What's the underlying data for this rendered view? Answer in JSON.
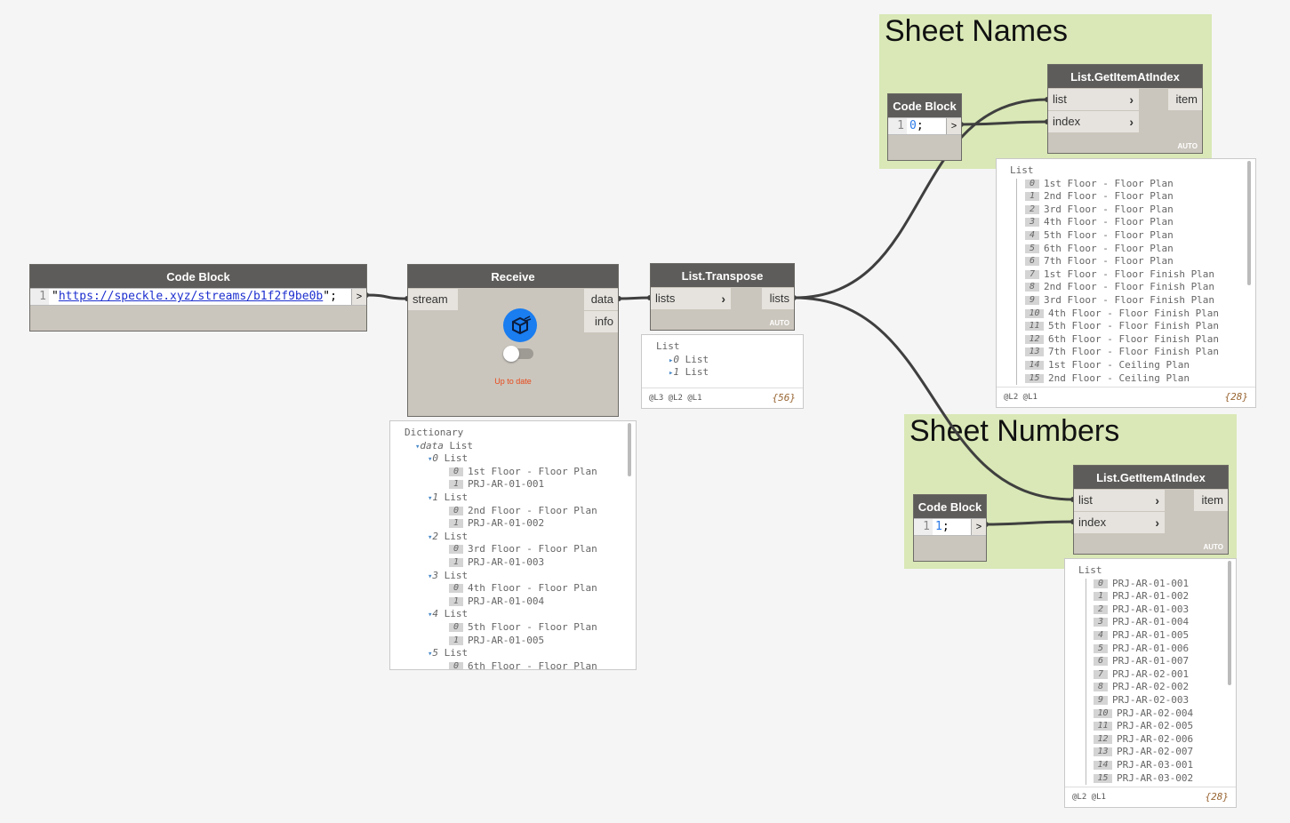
{
  "groups": {
    "sheet_names_title": "Sheet Names",
    "sheet_numbers_title": "Sheet Numbers"
  },
  "nodes": {
    "url_block": {
      "title": "Code Block",
      "line": "1",
      "code": "\"https://speckle.xyz/streams/b1f2f9be0b\";",
      "code_prefix": "\"",
      "code_url": "https://speckle.xyz/streams/b1f2f9be0b",
      "code_suffix": "\";",
      "out": ">"
    },
    "receive": {
      "title": "Receive",
      "in_stream": "stream",
      "out_data": "data",
      "out_info": "info",
      "status": "Up to date",
      "status_color": "#e8491b",
      "icon_color": "#1a7df0"
    },
    "transpose": {
      "title": "List.Transpose",
      "in_lists": "lists",
      "out_lists": "lists",
      "auto": "AUTO"
    },
    "names_index": {
      "title": "Code Block",
      "line": "1",
      "code": "0;",
      "num": "0",
      "semi": ";",
      "out": ">"
    },
    "names_get": {
      "title": "List.GetItemAtIndex",
      "in_list": "list",
      "in_index": "index",
      "out_item": "item",
      "auto": "AUTO"
    },
    "numbers_index": {
      "title": "Code Block",
      "line": "1",
      "code": "1;",
      "num": "1",
      "semi": ";",
      "out": ">"
    },
    "numbers_get": {
      "title": "List.GetItemAtIndex",
      "in_list": "list",
      "in_index": "index",
      "out_item": "item",
      "auto": "AUTO"
    }
  },
  "previews": {
    "receive": {
      "root": "Dictionary",
      "key": "data",
      "key_type": "List",
      "entries": [
        {
          "index": "0",
          "label": "List",
          "items": [
            "1st Floor - Floor Plan",
            "PRJ-AR-01-001"
          ]
        },
        {
          "index": "1",
          "label": "List",
          "items": [
            "2nd Floor - Floor Plan",
            "PRJ-AR-01-002"
          ]
        },
        {
          "index": "2",
          "label": "List",
          "items": [
            "3rd Floor - Floor Plan",
            "PRJ-AR-01-003"
          ]
        },
        {
          "index": "3",
          "label": "List",
          "items": [
            "4th Floor - Floor Plan",
            "PRJ-AR-01-004"
          ]
        },
        {
          "index": "4",
          "label": "List",
          "items": [
            "5th Floor - Floor Plan",
            "PRJ-AR-01-005"
          ]
        },
        {
          "index": "5",
          "label": "List",
          "items": [
            "6th Floor - Floor Plan"
          ]
        }
      ]
    },
    "transpose": {
      "root": "List",
      "rows": [
        {
          "index": "0",
          "label": "List"
        },
        {
          "index": "1",
          "label": "List"
        }
      ],
      "levels": "@L3 @L2 @L1",
      "count": "{56}"
    },
    "names": {
      "root": "List",
      "items": [
        "1st Floor - Floor Plan",
        "2nd Floor - Floor Plan",
        "3rd Floor - Floor Plan",
        "4th Floor - Floor Plan",
        "5th Floor - Floor Plan",
        "6th Floor - Floor Plan",
        "7th Floor - Floor Plan",
        "1st Floor - Floor Finish Plan",
        "2nd Floor - Floor Finish Plan",
        "3rd Floor - Floor Finish Plan",
        "4th Floor - Floor Finish Plan",
        "5th Floor - Floor Finish Plan",
        "6th Floor - Floor Finish Plan",
        "7th Floor - Floor Finish Plan",
        "1st Floor - Ceiling Plan",
        "2nd Floor - Ceiling Plan"
      ],
      "levels": "@L2 @L1",
      "count": "{28}"
    },
    "numbers": {
      "root": "List",
      "items": [
        "PRJ-AR-01-001",
        "PRJ-AR-01-002",
        "PRJ-AR-01-003",
        "PRJ-AR-01-004",
        "PRJ-AR-01-005",
        "PRJ-AR-01-006",
        "PRJ-AR-01-007",
        "PRJ-AR-02-001",
        "PRJ-AR-02-002",
        "PRJ-AR-02-003",
        "PRJ-AR-02-004",
        "PRJ-AR-02-005",
        "PRJ-AR-02-006",
        "PRJ-AR-02-007",
        "PRJ-AR-03-001",
        "PRJ-AR-03-002"
      ],
      "levels": "@L2 @L1",
      "count": "{28}"
    }
  },
  "colors": {
    "canvas": "#f5f5f5",
    "group": "#d9e8b6",
    "node_header": "#5e5c5a",
    "node_body": "#cbc6bd",
    "wire": "#3f3f3f"
  }
}
